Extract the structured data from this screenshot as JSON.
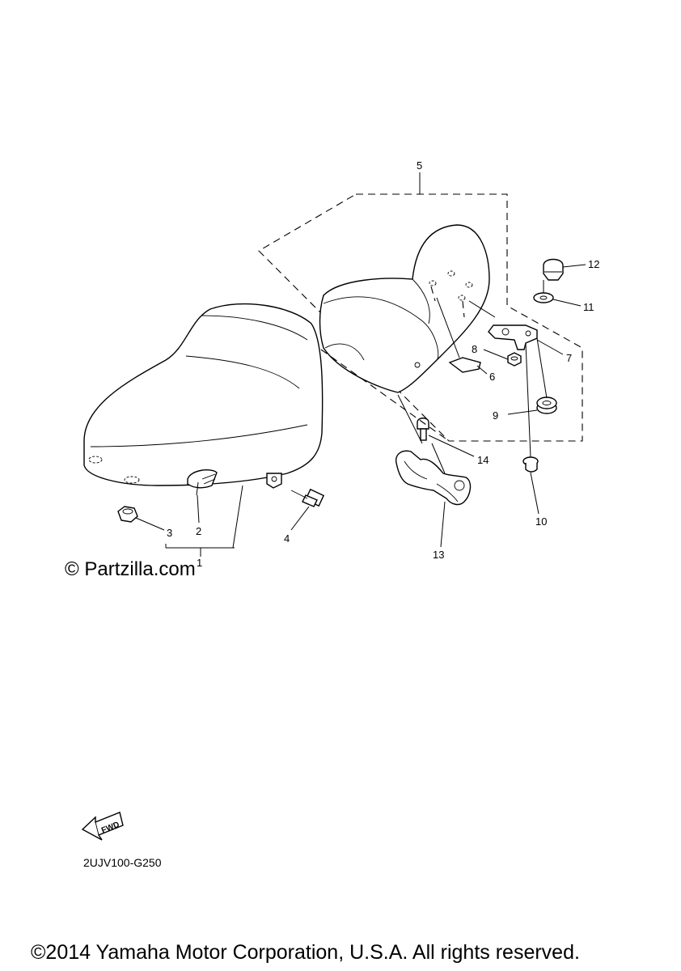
{
  "callouts": [
    "1",
    "2",
    "3",
    "4",
    "5",
    "6",
    "7",
    "8",
    "9",
    "10",
    "11",
    "12",
    "13",
    "14"
  ],
  "watermark": "© Partzilla.com",
  "drawing_code": "2UJV100-G250",
  "fwd_label": "FWD",
  "copyright": "©2014 Yamaha Motor Corporation, U.S.A. All rights reserved."
}
